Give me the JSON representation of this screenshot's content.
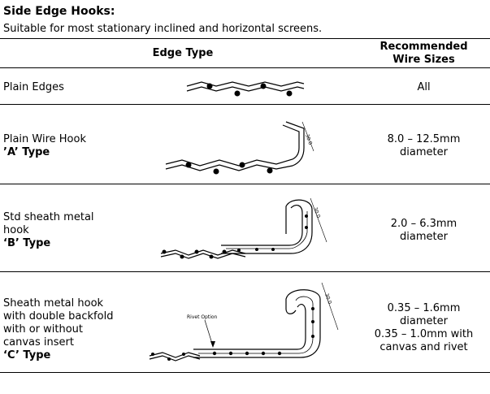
{
  "title": "Side Edge Hooks:",
  "subtitle": "Suitable for most stationary inclined and horizontal screens.",
  "header": {
    "edge_type": "Edge Type",
    "wire_sizes_line1": "Recommended",
    "wire_sizes_line2": "Wire Sizes"
  },
  "rows": [
    {
      "label_lines": [
        "Plain Edges"
      ],
      "type_label": "",
      "sizes": [
        "All"
      ]
    },
    {
      "label_lines": [
        "Plain Wire Hook"
      ],
      "type_label": "’A’ Type",
      "sizes": [
        "8.0 – 12.5mm",
        "diameter"
      ],
      "dim": "30.0"
    },
    {
      "label_lines": [
        "Std sheath metal",
        "hook"
      ],
      "type_label": "‘B’ Type",
      "sizes": [
        "2.0 – 6.3mm",
        "diameter"
      ],
      "dim": "30.0"
    },
    {
      "label_lines": [
        "Sheath metal hook",
        "with double backfold",
        "with or without",
        "canvas insert"
      ],
      "type_label": "‘C’ Type",
      "sizes": [
        "0.35 – 1.6mm",
        "diameter",
        "0.35 – 1.0mm with",
        "canvas and rivet"
      ],
      "dim": "30.0",
      "callout": "Rivet Option"
    }
  ]
}
